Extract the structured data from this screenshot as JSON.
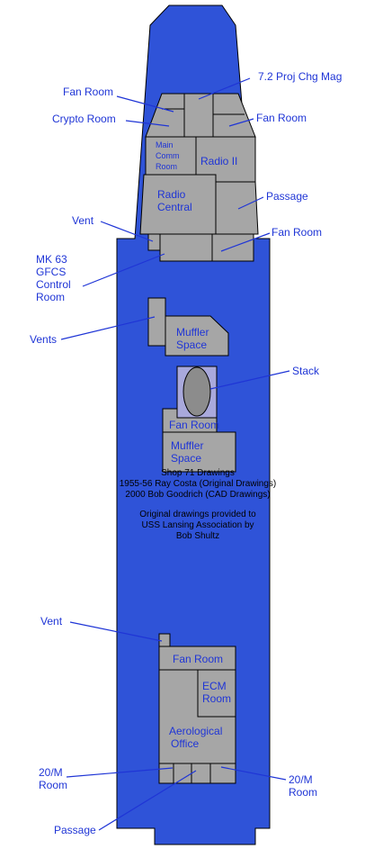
{
  "colors": {
    "hull": "#2f53d8",
    "room": "#a6a6a6",
    "label": "#1f35d6",
    "stack_fill": "#a9a9dc"
  },
  "labels": {
    "fan_room_upper_left": "Fan Room",
    "proj_chg_mag": "7.2 Proj Chg Mag",
    "crypto_room": "Crypto Room",
    "fan_room_upper_right": "Fan Room",
    "main_comm_room": [
      "Main",
      "Comm",
      "Room"
    ],
    "radio_ii": "Radio II",
    "radio_central": [
      "Radio",
      "Central"
    ],
    "passage_upper": "Passage",
    "vent_upper": "Vent",
    "fan_room_mid_right": "Fan Room",
    "mk63": [
      "MK 63",
      "GFCS",
      "Control",
      "Room"
    ],
    "vents": "Vents",
    "muffler_space_1": [
      "Muffler",
      "Space"
    ],
    "stack": "Stack",
    "fan_room_stack": "Fan Room",
    "muffler_space_2": [
      "Muffler",
      "Space"
    ],
    "vent_lower": "Vent",
    "fan_room_lower": "Fan Room",
    "ecm_room": [
      "ECM",
      "Room"
    ],
    "aerological_office": [
      "Aerological",
      "Office"
    ],
    "room_20m_left": [
      "20/M",
      "Room"
    ],
    "room_20m_right": [
      "20/M",
      "Room"
    ],
    "passage_lower": "Passage"
  },
  "credits": {
    "line1": "Shop 71 Drawings",
    "line2": "1955-56 Ray Costa (Original Drawings)",
    "line3": "2000 Bob Goodrich (CAD Drawings)",
    "line4": "Original drawings provided to",
    "line5": "USS Lansing Association by",
    "line6": "Bob Shultz"
  }
}
